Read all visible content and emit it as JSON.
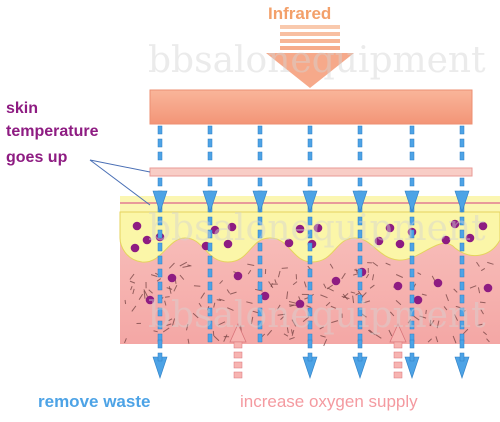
{
  "labels": {
    "infrared": "Infrared",
    "skin_temperature": [
      "skin",
      "temperature",
      "goes up"
    ],
    "remove_waste": "remove waste",
    "increase_oxygen": "increase oxygen supply"
  },
  "watermark": "bbsalonequipment",
  "colors": {
    "infrared_text": "#f3a06a",
    "infrared_arrow": "#f6b595",
    "heat_bar": "#f7a48a",
    "skin_text": "#8e1c82",
    "skin_layer_top": "#f6c0b8",
    "yellow_layer": "#fbf5a8",
    "tissue": "#f6b1ae",
    "cells": "#8e1c82",
    "waste_arrow": "#4da3e6",
    "oxygen_arrow": "#f49aa0",
    "oxygen_text": "#f49aa0",
    "remove_text": "#4da3e6"
  }
}
